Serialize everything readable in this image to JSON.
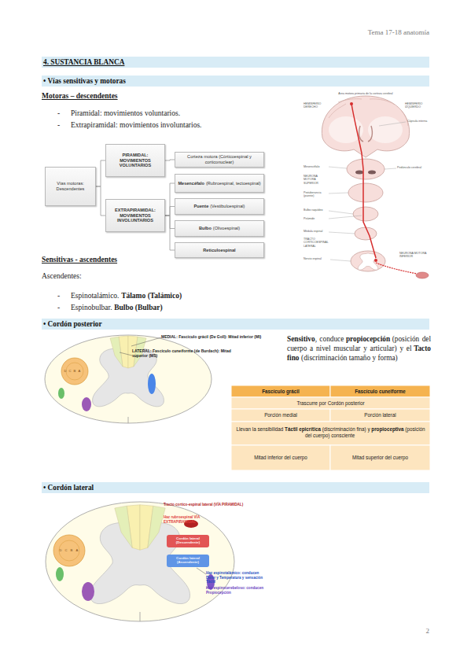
{
  "diagram": {
    "nodes": [
      {
        "text": [
          "4. SUSTANCIA BLANCA"
        ]
      },
      {
        "text": [
          "• Vías sensitivas y motoras"
        ]
      },
      {
        "text": [
          "Vías motoras: Descendentes"
        ]
      },
      {
        "text": [
          "PIRAMIDAL: MOVIMIENTOS VOLUNTARIOS"
        ]
      },
      {
        "text": [
          "EXTRAPIRAMIDAL: MOVIMIENTOS INVOLUNTARIOS"
        ]
      },
      {
        "text": [
          "Corteza motora (Córticoespinal y corticonuclear)"
        ]
      },
      {
        "text": [
          "Mesencéfalo",
          "(Rubroespinal, tectoespinal)"
        ]
      },
      {
        "text": [
          "Puente",
          "(Vestibuloespinal)"
        ]
      },
      {
        "text": [
          "Bulbo",
          "(Olivoespinal)"
        ]
      },
      {
        "text": [
          "Reticuloespinal"
        ]
      },
      {
        "text": [
          "• Cordón posterior"
        ]
      },
      {
        "text": [
          "• Cordón lateral"
        ]
      }
    ],
    "edges": [
      {
        "from": 2,
        "to": 3,
        "arrow": "none"
      },
      {
        "from": 2,
        "to": 4,
        "arrow": "none"
      },
      {
        "from": 3,
        "to": 5,
        "arrow": "none"
      },
      {
        "from": 4,
        "to": 6,
        "arrow": "none"
      },
      {
        "from": 4,
        "to": 7,
        "arrow": "none"
      },
      {
        "from": 4,
        "to": 8,
        "arrow": "none"
      },
      {
        "from": 4,
        "to": 9,
        "arrow": "none"
      }
    ],
    "labels": [
      "Tema 17-18 anatomía",
      "Motoras – descendentes",
      "-",
      "Piramidal: movimientos voluntarios.",
      "-",
      "Extrapiramidal: movimientos involuntarios.",
      "Área motora primaria de la corteza cerebral",
      "HEMISFERIO DERECHO",
      "HEMISFERIO IZQUIERDO",
      "Cápsula interna",
      "Mesencéfalo",
      "Pedúnculo cerebral",
      "NEURONA MOTORA SUPERIOR",
      "Protuberancia (puente)",
      "Bulbo raquídeo",
      "Pirámide",
      "Médula espinal",
      "TRACTO CORTICOESPINAL LATERAL",
      "Nervio espinal",
      "NEURONA MOTORA INFERIOR",
      "Sensitivas - ascendentes",
      "Ascendentes:",
      "-",
      "Espinotalámico.",
      "Tálamo (Talámico)",
      "-",
      "Espinobulbar.",
      "Bulbo (Bulbar)",
      "MEDIAL: Fascículo grácil (De Goll): Mitad inferior (MI)",
      "LATERAL: Fascículo cuneiforme (de Burdach): Mitad superior (MS)",
      "D",
      "C",
      "B",
      "A",
      "Sensitivo",
      ", conduce",
      "propiocepción",
      "(posición del cuerpo a nivel muscular y articular) y el",
      "Tacto fino",
      "(discriminación tamaño y forma)",
      "Fascículo grácil",
      "Fascículo cuneiforme",
      "Trascurre por Cordón posterior",
      "Porción medial",
      "Porción lateral",
      "Llevan la sensibilidad",
      "Táctil epicrítica",
      "(discriminación fina) y",
      "propioceptiva",
      "(posición del cuerpo) consciente",
      "Mitad inferior del cuerpo",
      "Mitad superior del cuerpo",
      "D",
      "C",
      "B",
      "A",
      "Tracto cortico-espinal lateral (VÍA PIRAMIDAL)",
      "Haz rubroespinal VÍA EXTRAPIRAMIDAL",
      "Cordón lateral (Descendente)",
      "Cordón lateral (Ascendente)",
      "Haz espinotalámico: conducen Dolor y Temperatura y sensación Táctil",
      "Haz espinocerebeloso: conducen Propiocepción",
      "2"
    ]
  }
}
